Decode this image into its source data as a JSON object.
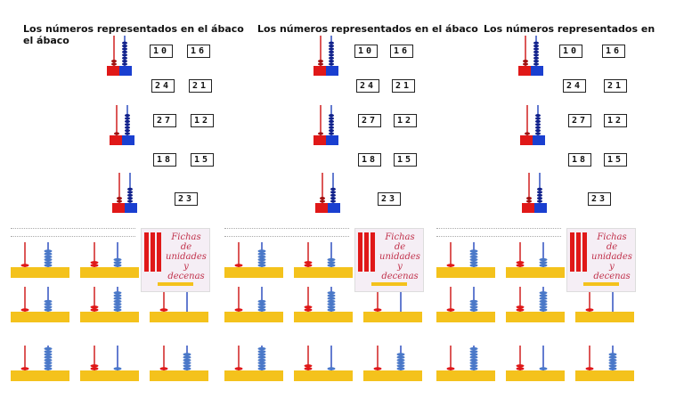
{
  "titles": [
    "Los números representados en el ábaco",
    "Los números representados en  el ábaco",
    "Los números representados en"
  ],
  "title_wrap": "el ábaco",
  "numbers": [
    "10",
    "16",
    "24",
    "21",
    "27",
    "12",
    "18",
    "15",
    "23"
  ],
  "poster": {
    "line1": "Fichas",
    "line2": "de",
    "line3": "unidades",
    "line4": "y",
    "line5": "decenas"
  },
  "colors": {
    "red": "#e01818",
    "blue": "#1a3fd0",
    "rod_red": "#d02020",
    "rod_blue": "#3050c0",
    "base": "#f4c21c",
    "bead_blue": "#4a78c8"
  }
}
